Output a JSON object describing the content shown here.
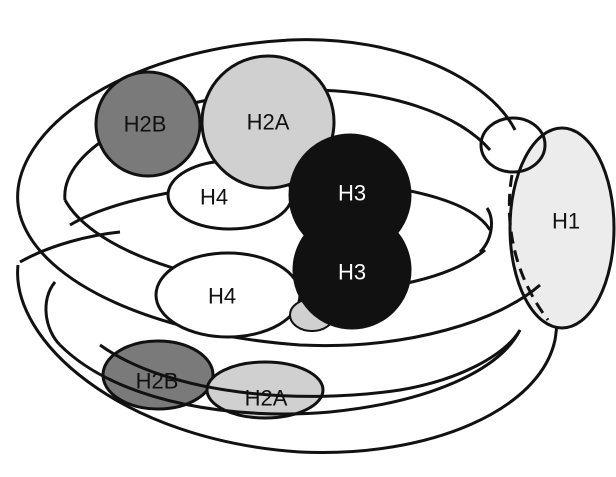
{
  "diagram": {
    "labels": {
      "h2b_top": "H2B",
      "h2a_top": "H2A",
      "h4_top": "H4",
      "h3_top": "H3",
      "h4_bottom": "H4",
      "h3_bottom": "H3",
      "h1": "H1",
      "h2b_bottom": "H2B",
      "h2a_bottom": "H2A"
    },
    "colors": {
      "h2b": "#7a7a7a",
      "h2a": "#d0d0d0",
      "h3": "#111111",
      "h4": "#ffffff",
      "h1": "#ececec",
      "outline": "#111111",
      "text_dark": "#111111",
      "text_light": "#ffffff"
    }
  }
}
